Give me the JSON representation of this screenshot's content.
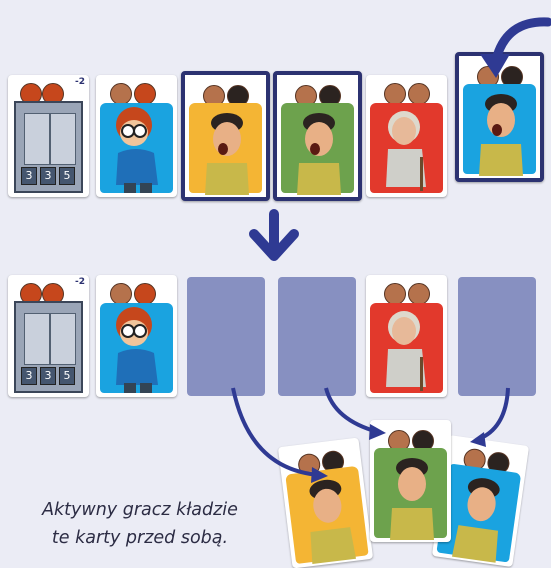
{
  "caption": {
    "line1": "Aktywny gracz kładzie",
    "line2": "te karty przed sobą."
  },
  "elevator_card": {
    "score": "-2",
    "floors": [
      "3",
      "3",
      "5"
    ]
  },
  "colors": {
    "background": "#ebecf5",
    "arrow": "#2f3a93",
    "slot": "#8790c1",
    "selected_border": "#2c3271",
    "card_blue": "#1aa3e0",
    "card_yellow": "#f4b534",
    "card_green": "#6da24d",
    "card_red": "#e2392c"
  },
  "icons": [
    "down-arrow-icon",
    "curved-arrow-icon",
    "lift-icon"
  ]
}
